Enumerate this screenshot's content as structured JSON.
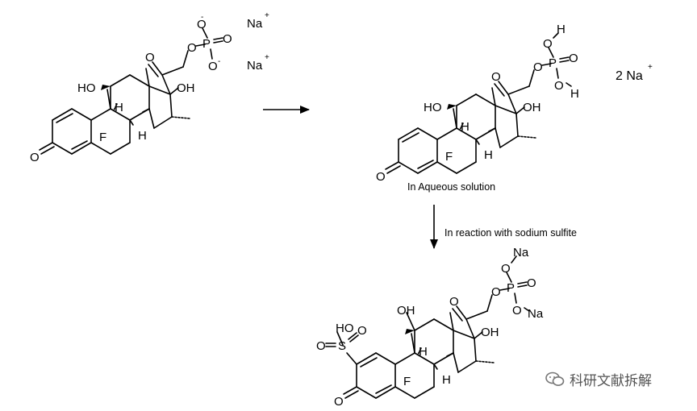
{
  "reaction_scheme": {
    "counterions": {
      "na_upper": "Na",
      "na_lower": "Na",
      "na_plus": "+",
      "two_na": "2 Na",
      "minus": "-"
    },
    "conditions": {
      "aqueous": "In Aqueous solution",
      "sulfite": "In reaction with sodium sulfite"
    },
    "atoms": {
      "O": "O",
      "OH": "OH",
      "HO": "HO",
      "H": "H",
      "F": "F",
      "P": "P",
      "S": "S",
      "Na": "Na"
    }
  },
  "watermark": {
    "text": "科研文献拆解",
    "icon": "wechat-icon"
  }
}
